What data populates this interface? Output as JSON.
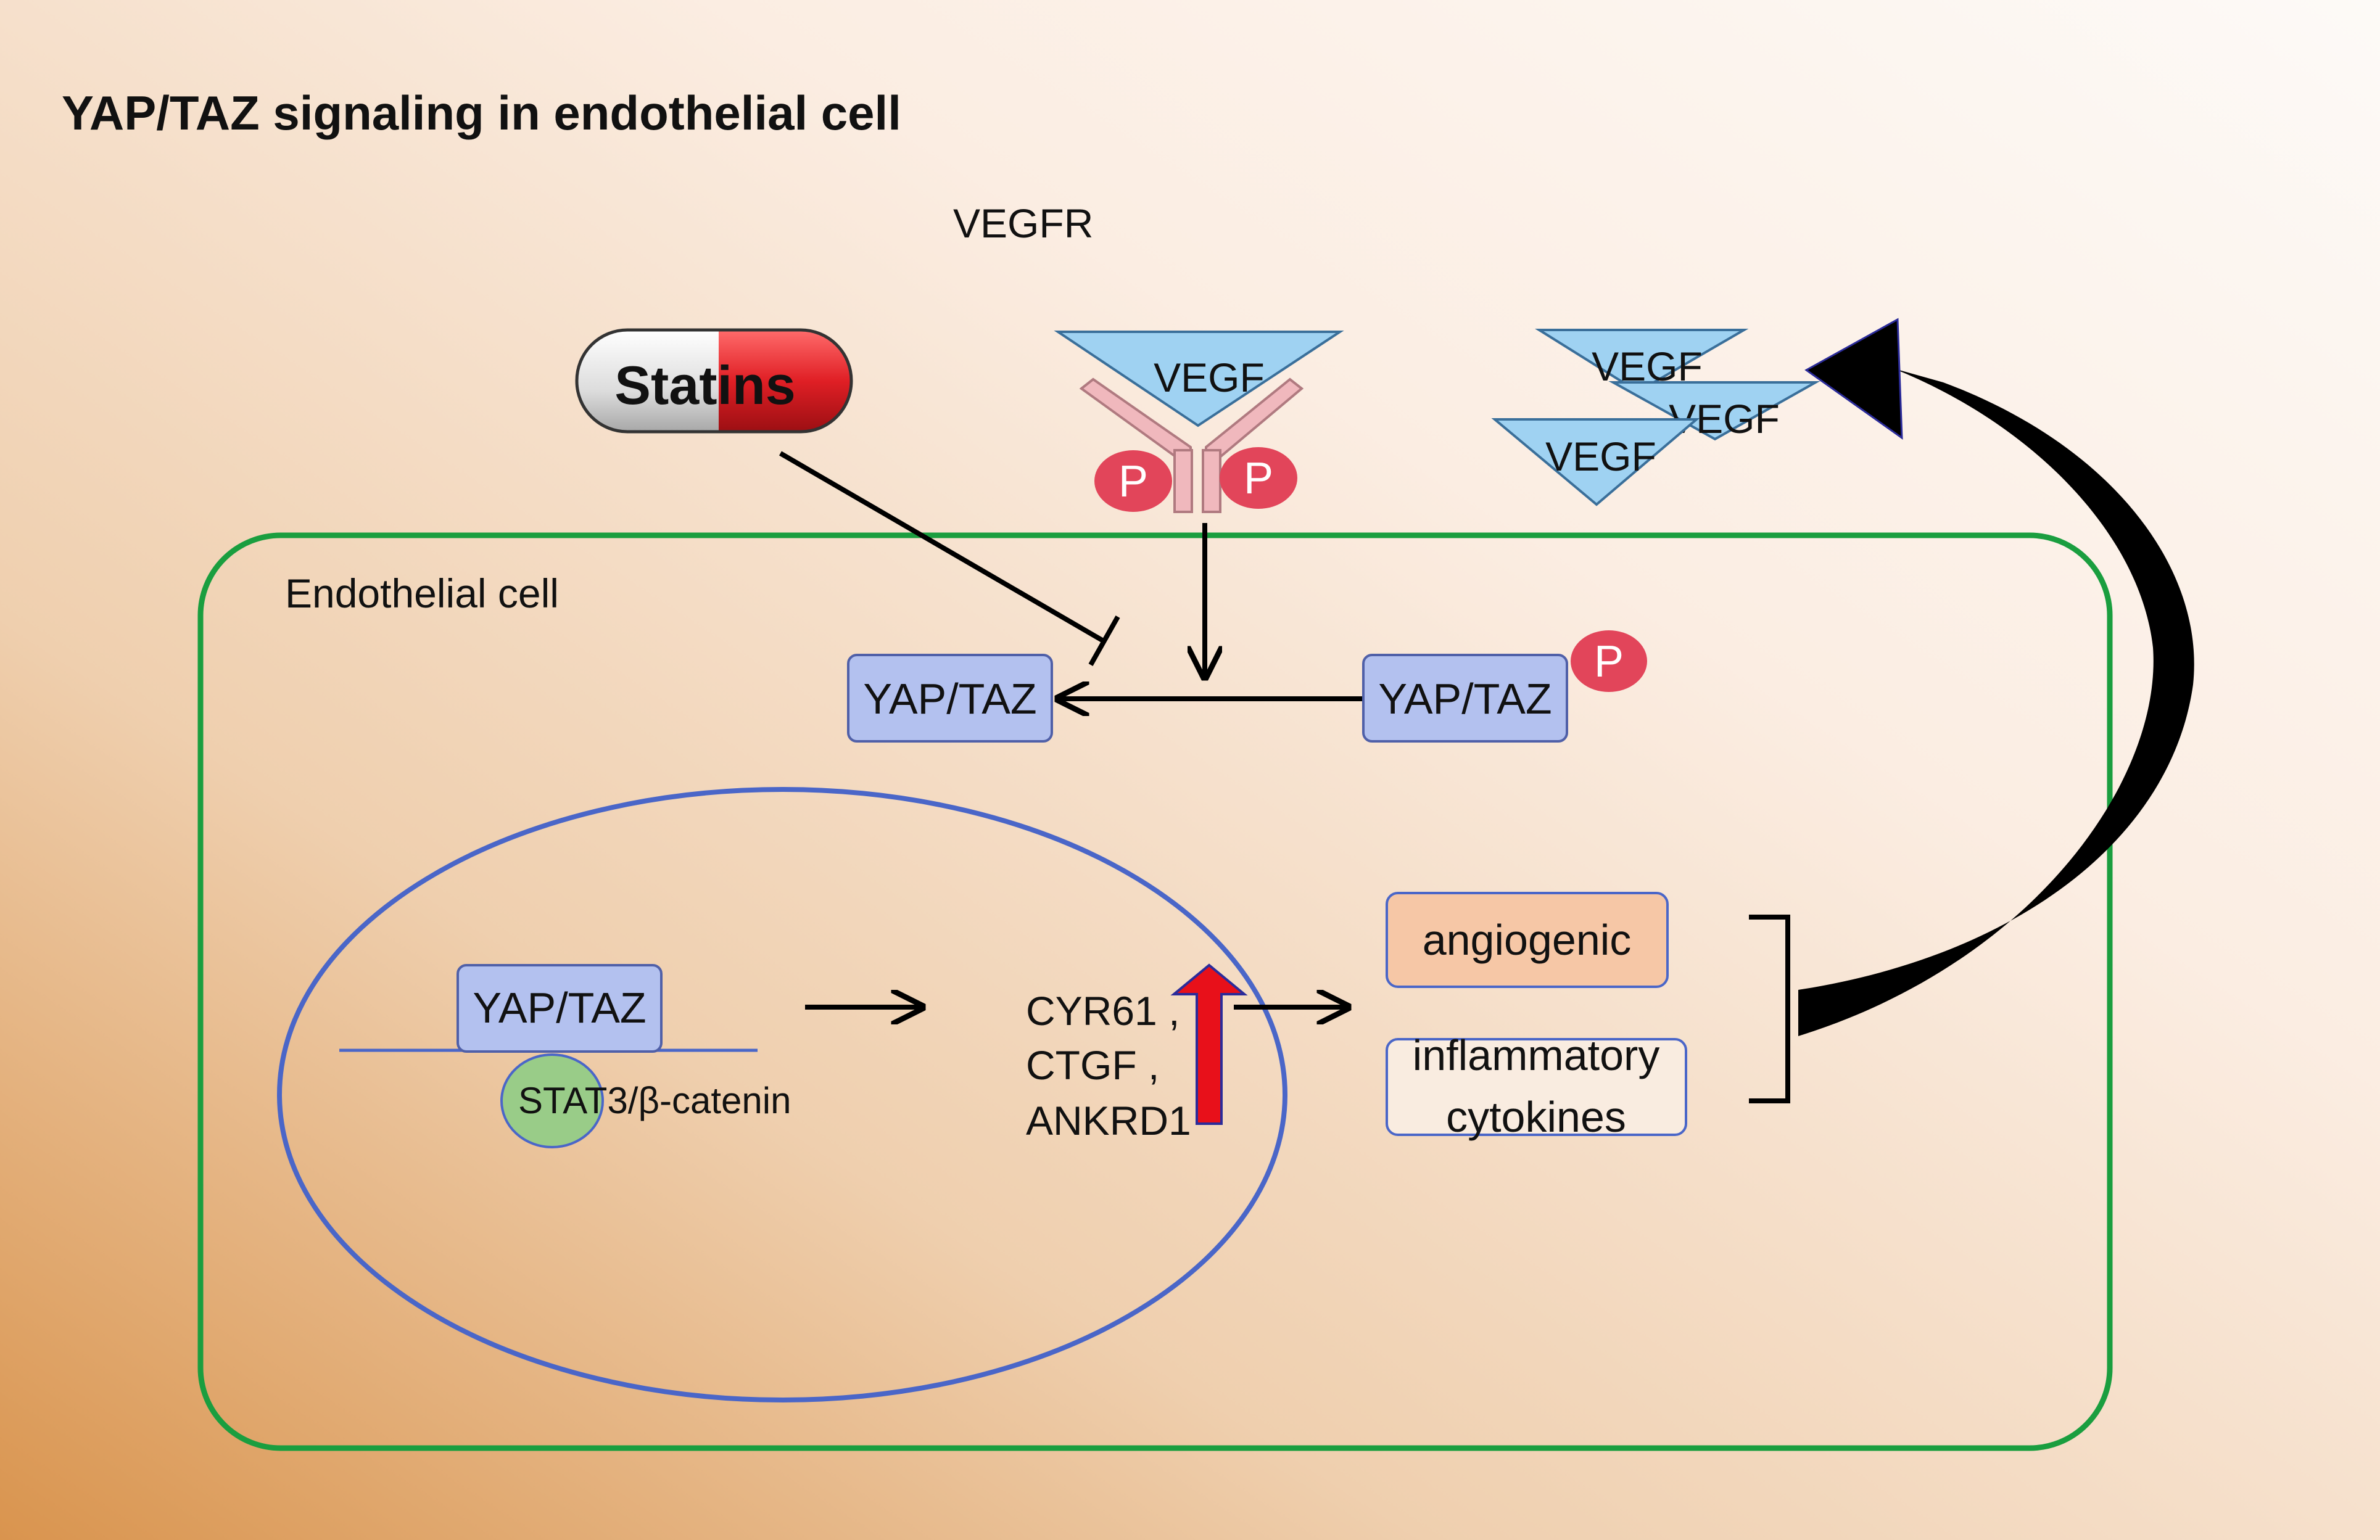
{
  "title": "YAP/TAZ signaling in endothelial cell",
  "receptor_label": "VEGFR",
  "ligand_label": "VEGF",
  "secreted_vegf": [
    "VEGF",
    "VEGF",
    "VEGF"
  ],
  "drug_label": "Statins",
  "phospho_label": "P",
  "cell_label": "Endothelial cell",
  "cytoplasm": {
    "active_protein": "YAP/TAZ",
    "phospho_protein": "YAP/TAZ"
  },
  "nucleus": {
    "protein": "YAP/TAZ",
    "cofactor_part1": "STAT",
    "cofactor_part2": "3/β-catenin",
    "target_genes": [
      "CYR61 ,",
      "CTGF ,",
      "ANKRD1"
    ]
  },
  "outputs": {
    "angiogenic": "angiogenic",
    "inflammatory_line1": "inflammatory",
    "inflammatory_line2": "cytokines"
  },
  "colors": {
    "cell_border": "#1a9e3f",
    "nucleus_border": "#4a66c8",
    "protein_fill": "#b3c1ef",
    "phospho_fill": "#e2455a",
    "vegf_fill": "#9fd2f2",
    "receptor_fill": "#f0b8bd",
    "up_arrow": "#e8101a",
    "angiogenic_fill": "#f6c7a6",
    "cofactor_fill": "#99cc88"
  }
}
